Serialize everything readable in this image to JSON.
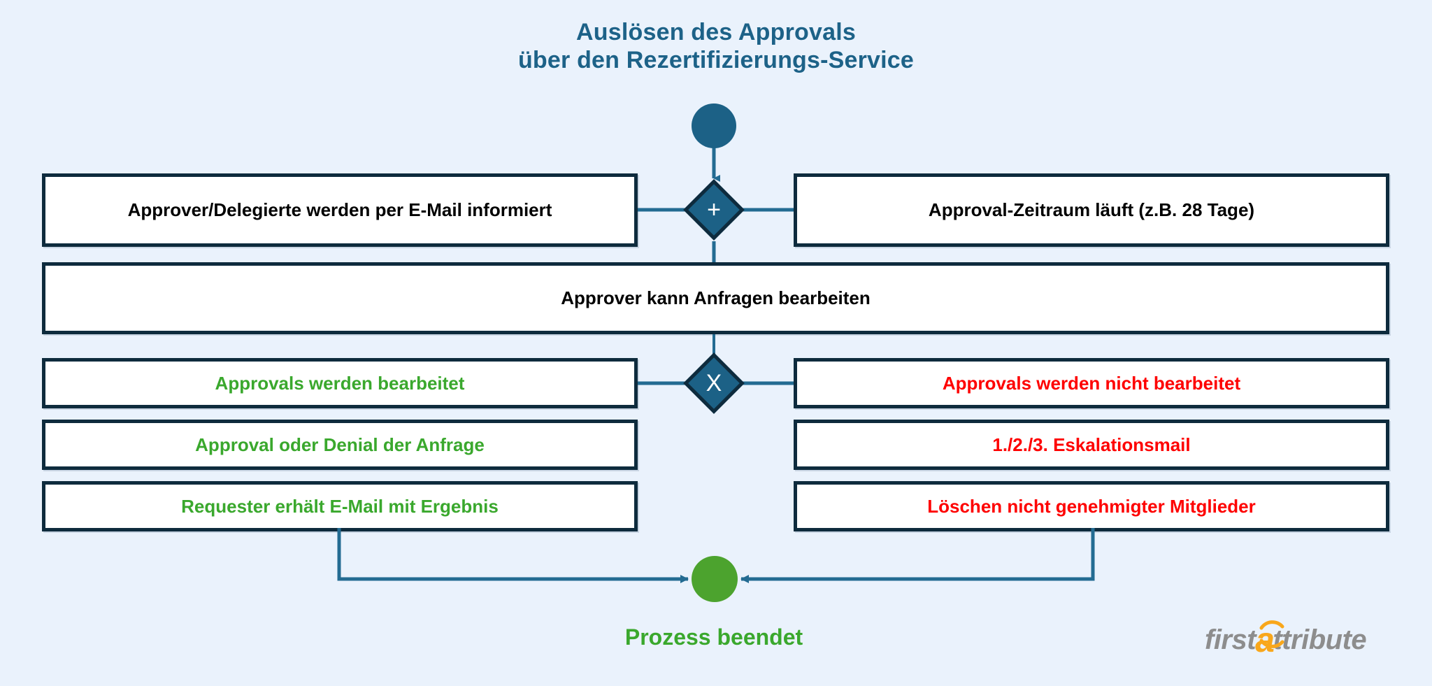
{
  "title": {
    "line1": "Auslösen des Approvals",
    "line2": "über den Rezertifizierungs-Service",
    "color": "#1d6288"
  },
  "colors": {
    "background": "#eaf2fc",
    "box_border": "#0e2b3d",
    "box_fill": "#ffffff",
    "accent_teal": "#1c6186",
    "connector": "#236b92",
    "green": "#3aa82d",
    "green_node": "#4ca32e",
    "red": "#fe0000",
    "logo_gray": "#8d8d8d",
    "logo_orange": "#f9a71b"
  },
  "nodes": {
    "start_event": {
      "name": "start-event",
      "shape": "circle"
    },
    "parallel_gateway": {
      "symbol": "+",
      "type": "parallel"
    },
    "exclusive_gateway": {
      "symbol": "X",
      "type": "exclusive"
    },
    "end_event": {
      "name": "end-event",
      "shape": "circle",
      "label": "Prozess beendet"
    }
  },
  "tasks": {
    "row1_left": "Approver/Delegierte werden per E-Mail informiert",
    "row1_right": "Approval-Zeitraum läuft (z.B. 28 Tage)",
    "row2_full": "Approver kann Anfragen bearbeiten",
    "row3_left": "Approvals werden bearbeitet",
    "row3_right": "Approvals werden nicht bearbeitet",
    "row4_left": "Approval oder Denial der Anfrage",
    "row4_right": "1./2./3. Eskalationsmail",
    "row5_left": "Requester erhält E-Mail mit Ergebnis",
    "row5_right": "Löschen nicht genehmigter Mitglieder"
  },
  "logo": {
    "part1": "first",
    "at": "a",
    "part2": "ttribute"
  }
}
